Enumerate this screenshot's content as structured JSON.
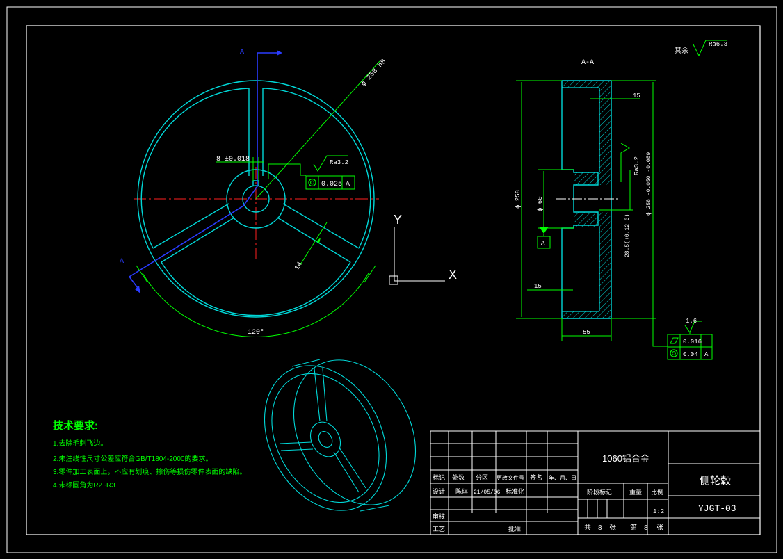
{
  "sheet": {
    "background": "#000000",
    "colors": {
      "outline": "#ffffff",
      "part": "#00d8d8",
      "dim": "#00ff00",
      "center": "#ff2020",
      "section": "#2a3cff",
      "text": "#ffffff"
    }
  },
  "front_view": {
    "section_letter_top": "A",
    "section_letter_bottom": "A",
    "dia_outer": "ϕ 258 h8",
    "keyway_width": "8 ±0.018",
    "rough": "Ra3.2",
    "circ_tol": "0.025",
    "circ_ref": "A",
    "spoke_width": "14",
    "angle": "120°"
  },
  "section_view": {
    "title": "A-A",
    "rest_note": "其余",
    "rest_rough": "Ra6.3",
    "dim_15_top": "15",
    "dim_15_left": "15",
    "dia_258": "ϕ 258",
    "dia_60": "ϕ 60",
    "datum": "A",
    "rough_side": "Ra3.2",
    "dia_258_tol": "ϕ 258 -0.050 -0.089",
    "keyway_depth": "28.5(+0.12 0)",
    "width_55": "55",
    "flatness_note": "1.6",
    "tol1_value": "0.016",
    "tol2_value": "0.04",
    "tol2_ref": "A"
  },
  "tech_requirements": {
    "title": "技术要求:",
    "items": [
      "1.去除毛刺飞边。",
      "2.未注线性尺寸公差应符合GB/T1804-2000的要求。",
      "3.零件加工表面上，不应有划痕、擦伤等损伤零件表面的缺陷。",
      "4.未标圆角为R2~R3"
    ]
  },
  "ucs": {
    "x": "X",
    "y": "Y"
  },
  "title_block": {
    "material": "1060铝合金",
    "part_name": "侧轮毂",
    "drawing_no": "YJGT-03",
    "row_headers": [
      "标记",
      "处数",
      "分区",
      "更改文件号",
      "签名",
      "年、月、日"
    ],
    "design_label": "设计",
    "designer": "陈琪",
    "date": "21/05/06",
    "standardize": "标准化",
    "review": "审核",
    "process": "工艺",
    "approve": "批准",
    "stage_mark": "阶段标记",
    "weight": "重量",
    "scale_label": "比例",
    "scale": "1:2",
    "sheet_total_label": "共",
    "sheet_total": "8",
    "sheet_unit": "张",
    "sheet_num_label": "第",
    "sheet_num": "8",
    "sheet_unit2": "张"
  }
}
